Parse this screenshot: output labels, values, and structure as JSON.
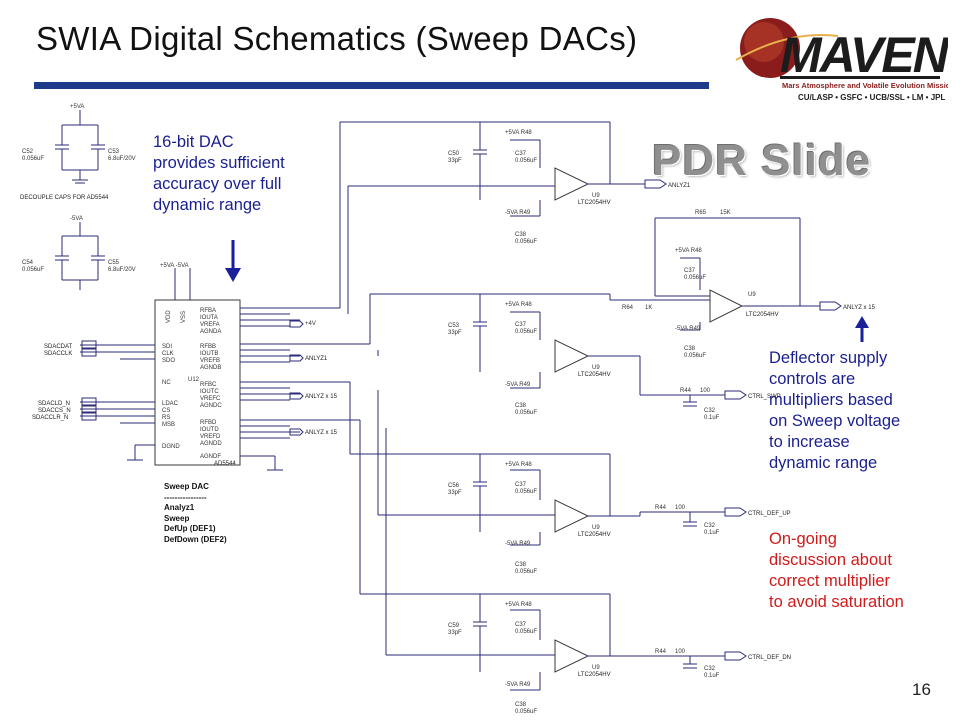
{
  "slide": {
    "title": "SWIA Digital Schematics (Sweep DACs)",
    "page_number": "16",
    "stamp": "PDR Slide"
  },
  "logo": {
    "name": "MAVEN",
    "subtitle": "Mars Atmosphere and Volatile Evolution Mission",
    "partners": "CU/LASP • GSFC • UCB/SSL • LM • JPL"
  },
  "notes": {
    "dac_note": [
      "16-bit DAC",
      "provides sufficient",
      "accuracy over full",
      "dynamic range"
    ],
    "deflector_note": [
      "Deflector supply",
      "controls are",
      "multipliers based",
      "on Sweep voltage",
      "to increase",
      "dynamic range"
    ],
    "ongoing_note": [
      "On-going",
      "discussion about",
      "correct multiplier",
      "to avoid saturation"
    ]
  },
  "schematic": {
    "decouple_label": "DECOUPLE CAPS FOR AD5544",
    "dac_part": "AD5544",
    "dac_ref": "U12",
    "opamp_part": "LTC2054HV",
    "opamp_ref": "U9",
    "signals": {
      "sdi": "SDACDAT",
      "clk": "SDACCLK",
      "ld": "SDACLD_N",
      "cs": "SDACCS_N",
      "clr": "SDACCLR_N",
      "analyz1": "ANLYZ1",
      "analyz15": "ANLYZ x 15",
      "ctrl_swp": "CTRL_SWP",
      "ctrl_def_up": "CTRL_DEF_UP",
      "ctrl_def_dn": "CTRL_DEF_DN",
      "plus4v": "+4V",
      "plus5va": "+5VA",
      "minus5va": "-5VA"
    },
    "legend": [
      "Sweep DAC",
      "----------------",
      "Analyz1",
      "Sweep",
      "DefUp (DEF1)",
      "DefDown (DEF2)"
    ]
  }
}
